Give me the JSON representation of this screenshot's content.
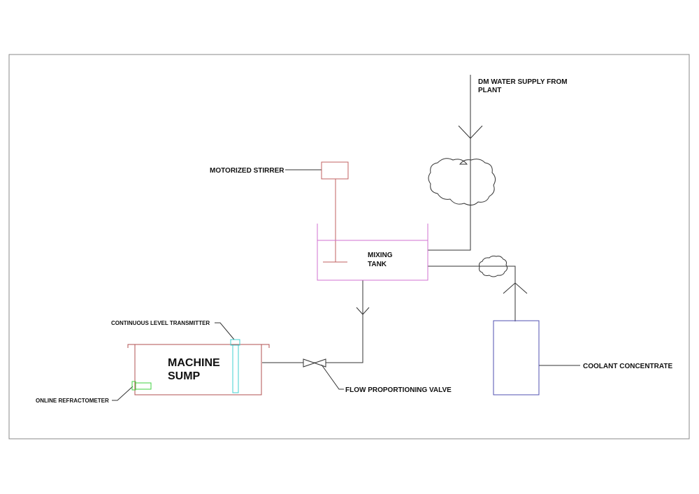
{
  "labels": {
    "dm_water_line1": "DM WATER SUPPLY FROM",
    "dm_water_line2": "PLANT",
    "motorized_stirrer": "MOTORIZED STIRRER",
    "mixing_tank_line1": "MIXING",
    "mixing_tank_line2": "TANK",
    "continuous_level_transmitter": "CONTINUOUS LEVEL TRANSMITTER",
    "machine_sump_line1": "MACHINE",
    "machine_sump_line2": "SUMP",
    "online_refractometer": "ONLINE REFRACTOMETER",
    "flow_proportioning_valve": "FLOW PROPORTIONING VALVE",
    "coolant_concentrate": "COOLANT CONCENTRATE"
  },
  "colors": {
    "line": "#333333",
    "stirrer": "#c06060",
    "mixing_tank": "#d070d0",
    "machine_sump": "#b05050",
    "level_transmitter": "#40d0d0",
    "refractometer": "#40d040",
    "coolant_tank": "#5050b0"
  }
}
